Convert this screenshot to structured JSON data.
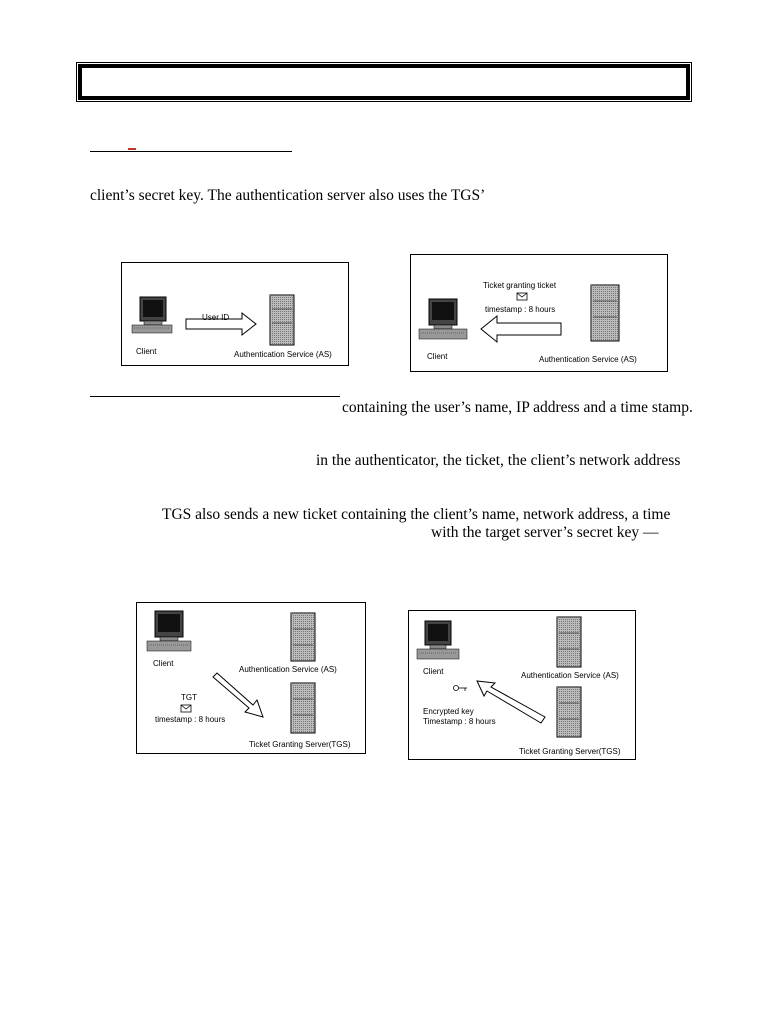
{
  "page": {
    "lines": {
      "line1": "client’s secret key. The authentication server also uses the TGS’",
      "line2": "containing the user’s name, IP address and a time stamp.",
      "line3": "in the authenticator, the ticket, the client’s network address",
      "line4": "TGS also sends a new ticket containing the client’s name, network address, a time",
      "line5": "with the target server’s secret key —"
    }
  },
  "diagram1": {
    "client_label": "Client",
    "arrow_label": "User ID",
    "server_label": "Authentication Service (AS)"
  },
  "diagram2": {
    "ticket_label": "Ticket granting ticket",
    "timestamp_label": "timestamp : 8 hours",
    "client_label": "Client",
    "server_label": "Authentication Service (AS)"
  },
  "diagram3": {
    "client_label": "Client",
    "as_label": "Authentication Service (AS)",
    "tgt_label": "TGT",
    "timestamp_label": "timestamp : 8 hours",
    "tgs_label": "Ticket Granting Server(TGS)"
  },
  "diagram4": {
    "client_label": "Client",
    "as_label": "Authentication Service (AS)",
    "key_label": "Encrypted key",
    "timestamp_label": "Timestamp : 8 hours",
    "tgs_label": "Ticket Granting Server(TGS)"
  }
}
